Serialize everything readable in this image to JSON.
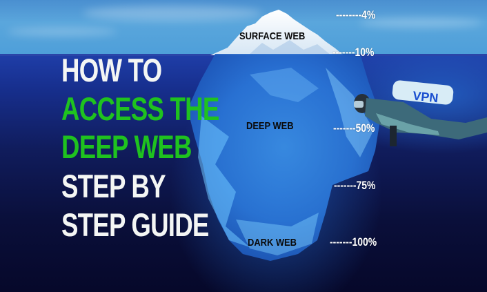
{
  "headline": {
    "lines": [
      {
        "text": "HOW TO",
        "color": "#f4f6f4"
      },
      {
        "text": "ACCESS THE",
        "color": "#1fc21f"
      },
      {
        "text": "DEEP WEB",
        "color": "#1fc21f"
      },
      {
        "text": "STEP BY",
        "color": "#f4f6f4"
      },
      {
        "text": "STEP GUIDE",
        "color": "#f4f6f4"
      }
    ]
  },
  "layers": {
    "surface": "SURFACE WEB",
    "deep": "DEEP WEB",
    "dark": "DARK WEB"
  },
  "markers": [
    {
      "dashes": "--------",
      "value": "4%"
    },
    {
      "dashes": "-------",
      "value": "10%"
    },
    {
      "dashes": "-------",
      "value": "50%"
    },
    {
      "dashes": "-------",
      "value": "75%"
    },
    {
      "dashes": "-------",
      "value": "100%"
    }
  ],
  "diver": {
    "tank_label": "VPN"
  },
  "colors": {
    "sky": "#4e9fd9",
    "sea_top": "#1f3ea8",
    "sea_bottom": "#06082a",
    "accent_green": "#1fc21f",
    "text_white": "#f4f6f4"
  }
}
